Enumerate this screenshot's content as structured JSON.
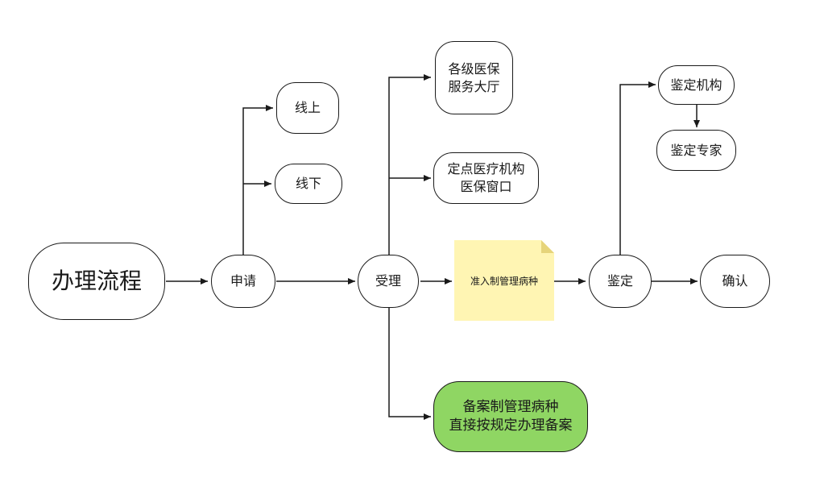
{
  "nodes": {
    "process": "办理流程",
    "apply": "申请",
    "online": "线上",
    "offline": "线下",
    "accept": "受理",
    "hall": "各级医保\n服务大厅",
    "window": "定点医疗机构\n医保窗口",
    "access_disease": "准入制管理病种",
    "filing_disease": "备案制管理病种\n直接按规定办理备案",
    "appraise": "鉴定",
    "appraise_org": "鉴定机构",
    "appraise_expert": "鉴定专家",
    "confirm": "确认"
  },
  "colors": {
    "stroke": "#1a1a1a",
    "note_fill": "#fff5b3",
    "note_fold": "#e6d47a",
    "green_fill": "#8fd663"
  }
}
